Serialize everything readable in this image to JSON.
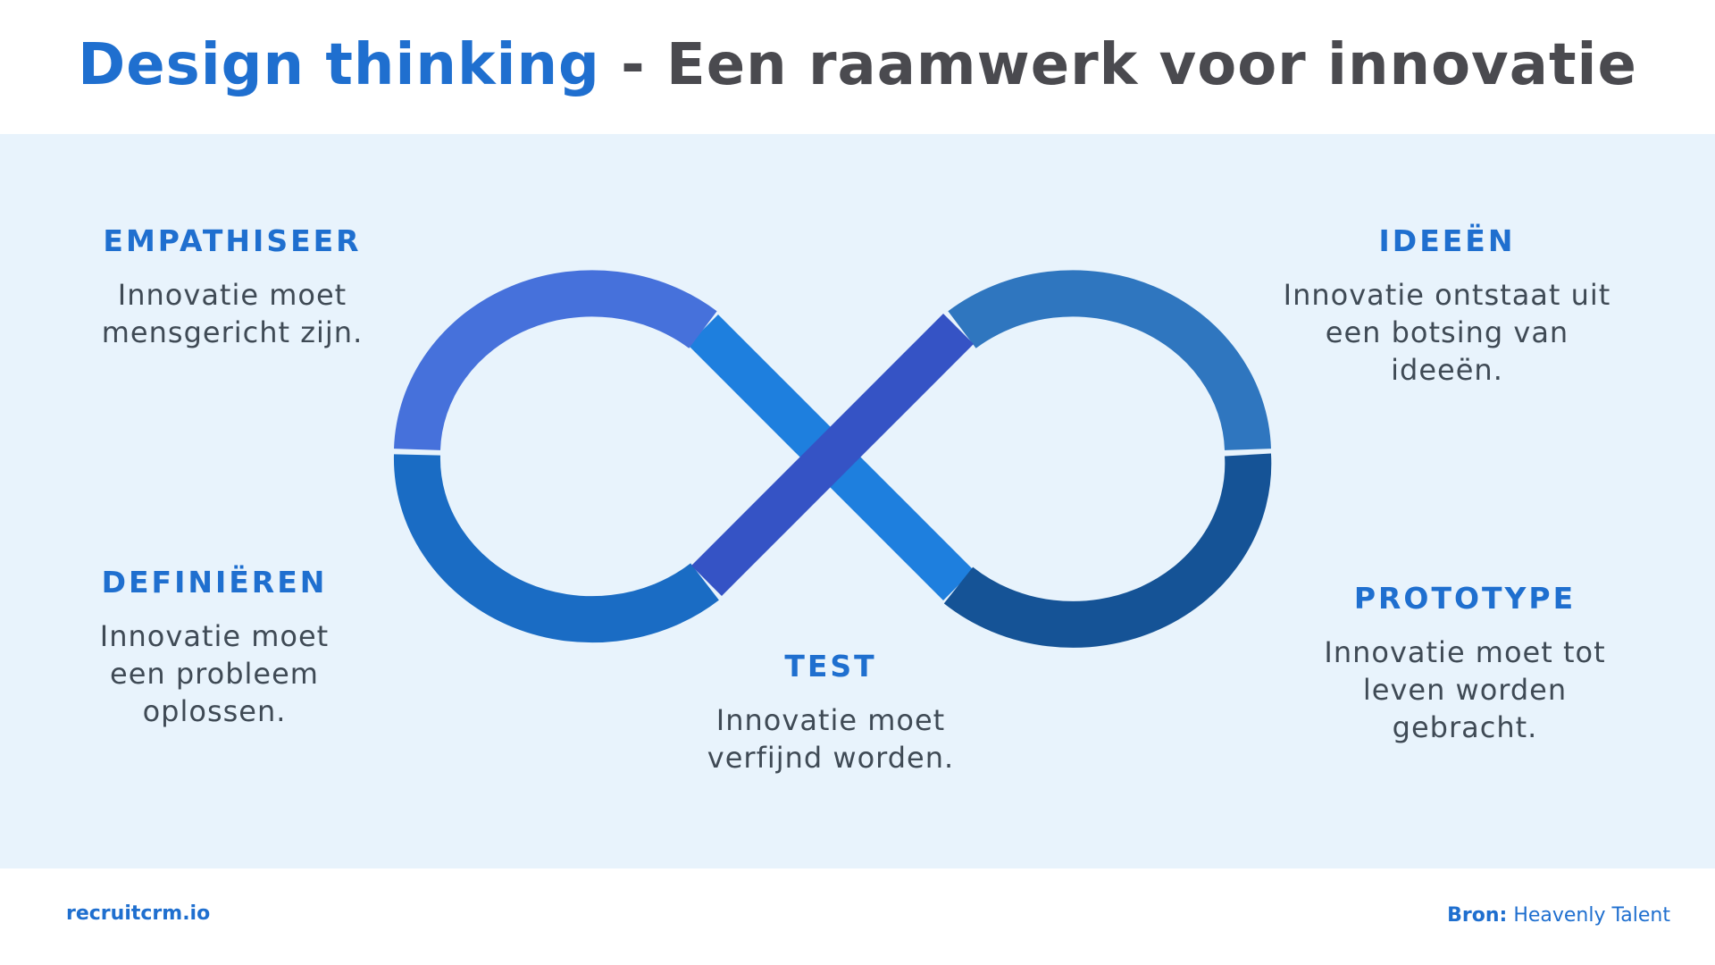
{
  "header": {
    "title_accent": "Design thinking",
    "title_rest": " - Een raamwerk voor innovatie"
  },
  "steps": {
    "empathiseer": {
      "title": "EMPATHISEER",
      "text": "Innovatie moet\nmensgericht zijn."
    },
    "ideeen": {
      "title": "IDEEËN",
      "text": "Innovatie ontstaat uit\neen botsing van\nideeën."
    },
    "definieren": {
      "title": "DEFINIËREN",
      "text": "Innovatie moet\neen probleem\noplossen."
    },
    "prototype": {
      "title": "PROTOTYPE",
      "text": "Innovatie moet tot\nleven worden\ngebracht."
    },
    "test": {
      "title": "TEST",
      "text": "Innovatie moet\nverfijnd worden."
    }
  },
  "colors": {
    "accent": "#1f6fcf",
    "panel_bg": "#e8f3fc",
    "arc_top_left": "#4671db",
    "arc_bottom_left": "#1a6cc4",
    "arc_top_right": "#2f76bf",
    "arc_bottom_right": "#155396",
    "cross_light": "#1e7fde",
    "cross_dark": "#3553c5"
  },
  "footer": {
    "brand": "recruitcrm.io",
    "source_label": "Bron:",
    "source_value": " Heavenly Talent"
  }
}
